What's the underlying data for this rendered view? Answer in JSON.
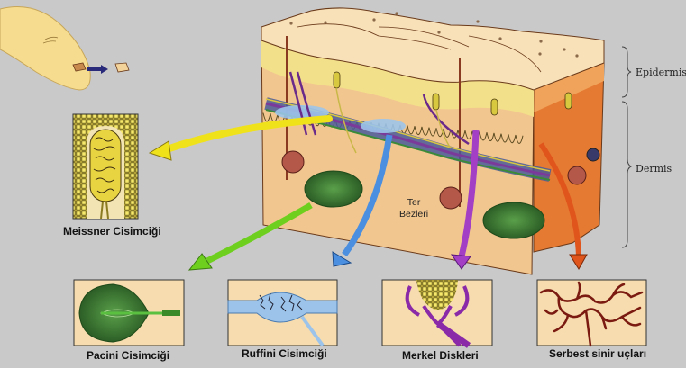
{
  "layers": {
    "epidermis": "Epidermis",
    "dermis": "Dermis"
  },
  "annotations": {
    "sweat_glands": [
      "Ter",
      "Bezleri"
    ]
  },
  "receptors": [
    {
      "name": "Meissner Cisimciği",
      "arrow_color": "#f0e21a"
    },
    {
      "name": "Pacini Cisimciği",
      "arrow_color": "#6fcf1f"
    },
    {
      "name": "Ruffini Cisimciği",
      "arrow_color": "#4a8fe0"
    },
    {
      "name": "Merkel Diskleri",
      "arrow_color": "#a23fc4"
    },
    {
      "name": "Serbest sinir uçları",
      "arrow_color": "#e0551c"
    }
  ],
  "colors": {
    "background": "#c9c9c9",
    "skin_top": "#f5dcb0",
    "epidermis": "#f3e08a",
    "dermis": "#f2c68f",
    "side_face": "#e57a32",
    "panel_bg": "#f6dcae",
    "pacini_green": "#2f6b2a",
    "ruffini_blue": "#9cc4ea",
    "merkel_purple": "#8a2aa8",
    "free_nerve": "#7a1a10"
  }
}
